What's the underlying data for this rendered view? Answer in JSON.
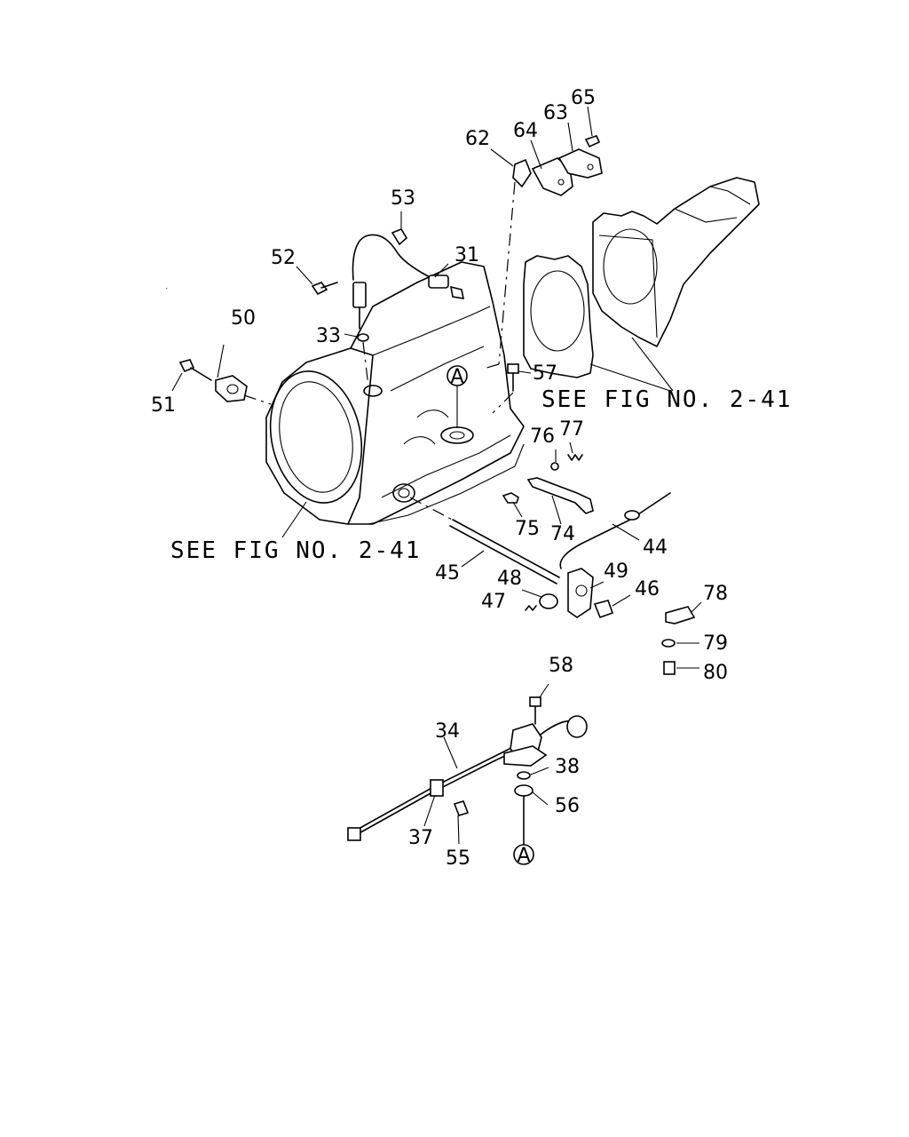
{
  "references": {
    "see_fig_right": "SEE FIG NO. 2-41",
    "see_fig_left": "SEE FIG NO. 2-41",
    "marker_a": "A"
  },
  "labels": [
    "31",
    "33",
    "34",
    "37",
    "38",
    "44",
    "45",
    "46",
    "47",
    "48",
    "49",
    "50",
    "51",
    "52",
    "53",
    "55",
    "56",
    "57",
    "58",
    "62",
    "63",
    "64",
    "65",
    "74",
    "75",
    "76",
    "77",
    "78",
    "79",
    "80"
  ]
}
